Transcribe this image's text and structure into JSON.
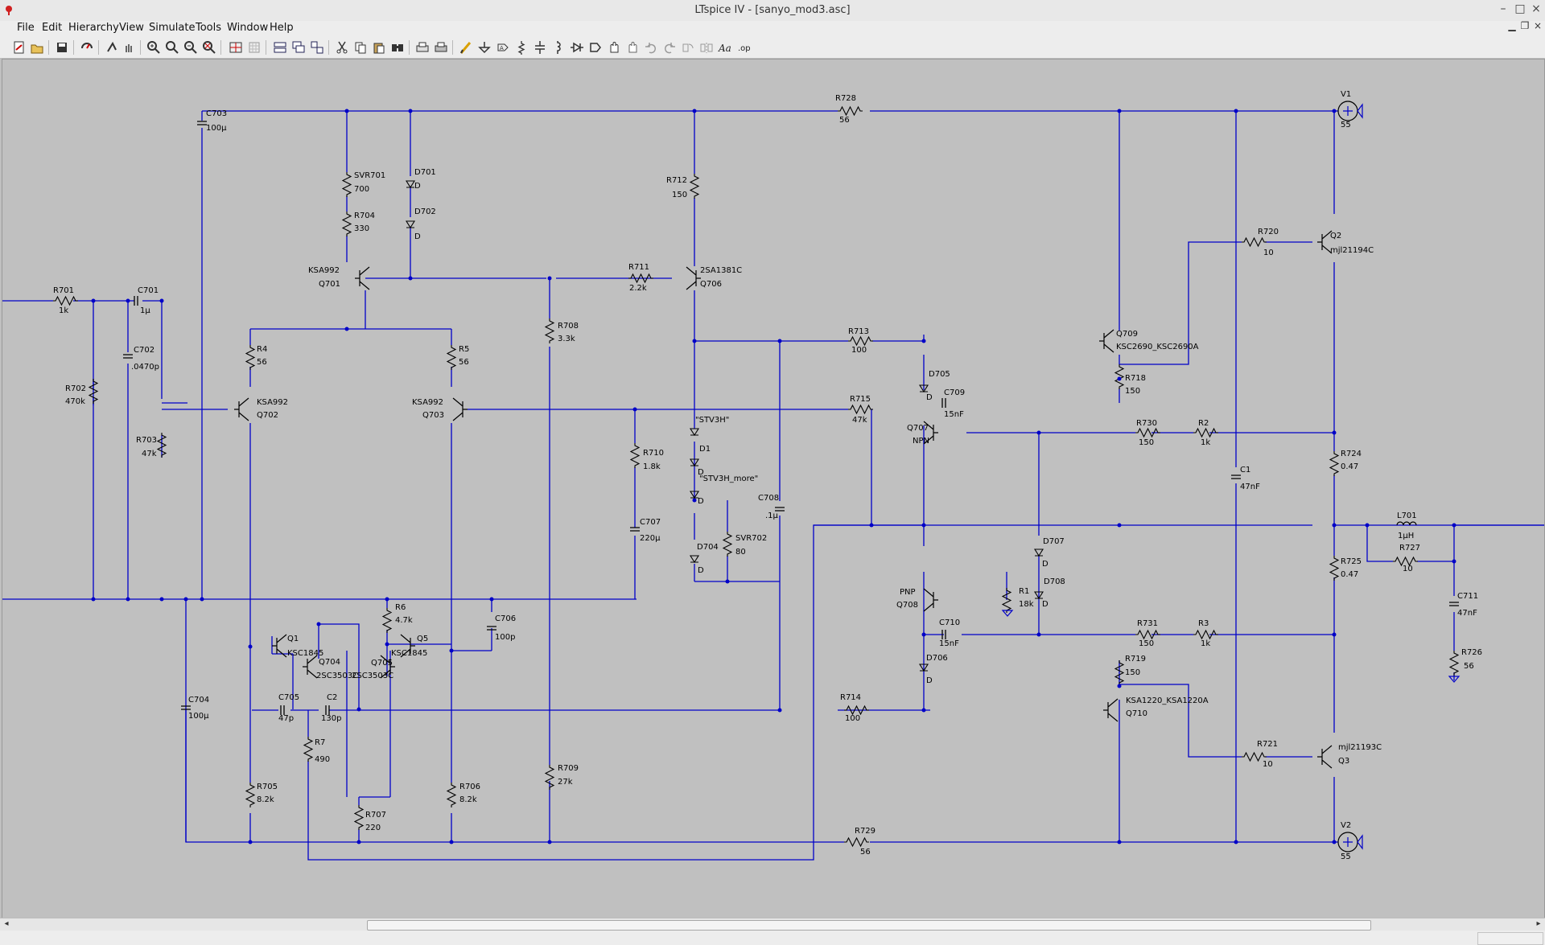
{
  "window": {
    "title": "LTspice IV - [sanyo_mod3.asc]"
  },
  "menu": [
    "File",
    "Edit",
    "Hierarchy",
    "View",
    "Simulate",
    "Tools",
    "Window",
    "Help"
  ],
  "toolbar_icons": [
    "new-schematic",
    "open",
    "save",
    "control-panel",
    "run",
    "halt",
    "zoom-in",
    "zoom-area",
    "zoom-out",
    "zoom-fit",
    "autorange",
    "tile-windows",
    "cascade",
    "arrange",
    "cut",
    "copy",
    "paste",
    "find",
    "print-preview",
    "print",
    "draw-wire",
    "ground",
    "label-net",
    "resistor",
    "capacitor",
    "inductor",
    "diode",
    "component",
    "move",
    "drag",
    "undo",
    "redo",
    "rotate",
    "mirror",
    "text",
    "spice-directive"
  ],
  "labels": [
    {
      "id": "C703",
      "text": "C703"
    },
    {
      "id": "C703v",
      "text": "100µ"
    },
    {
      "id": "R728",
      "text": "R728"
    },
    {
      "id": "R728v",
      "text": "56"
    },
    {
      "id": "V1",
      "text": "V1"
    },
    {
      "id": "V1v",
      "text": "55"
    },
    {
      "id": "SVR701",
      "text": "SVR701"
    },
    {
      "id": "SVR701v",
      "text": "700"
    },
    {
      "id": "D701",
      "text": "D701"
    },
    {
      "id": "D701v",
      "text": "D"
    },
    {
      "id": "R704",
      "text": "R704"
    },
    {
      "id": "R704v",
      "text": "330"
    },
    {
      "id": "D702",
      "text": "D702"
    },
    {
      "id": "D702v",
      "text": "D"
    },
    {
      "id": "R712",
      "text": "R712"
    },
    {
      "id": "R712v",
      "text": "150"
    },
    {
      "id": "R720",
      "text": "R720"
    },
    {
      "id": "R720v",
      "text": "10"
    },
    {
      "id": "Q2",
      "text": "Q2"
    },
    {
      "id": "Q2v",
      "text": "mjl21194C"
    },
    {
      "id": "Q701t",
      "text": "KSA992"
    },
    {
      "id": "Q701",
      "text": "Q701"
    },
    {
      "id": "R711",
      "text": "R711"
    },
    {
      "id": "R711v",
      "text": "2.2k"
    },
    {
      "id": "Q706t",
      "text": "2SA1381C"
    },
    {
      "id": "Q706",
      "text": "Q706"
    },
    {
      "id": "R701",
      "text": "R701"
    },
    {
      "id": "R701v",
      "text": "1k"
    },
    {
      "id": "C701",
      "text": "C701"
    },
    {
      "id": "C701v",
      "text": "1µ"
    },
    {
      "id": "R708",
      "text": "R708"
    },
    {
      "id": "R708v",
      "text": "3.3k"
    },
    {
      "id": "R713",
      "text": "R713"
    },
    {
      "id": "R713v",
      "text": "100"
    },
    {
      "id": "Q709",
      "text": "Q709"
    },
    {
      "id": "Q709t",
      "text": "KSC2690_KSC2690A"
    },
    {
      "id": "C702",
      "text": "C702"
    },
    {
      "id": "C702v",
      "text": ".0470p"
    },
    {
      "id": "R4",
      "text": "R4"
    },
    {
      "id": "R4v",
      "text": "56"
    },
    {
      "id": "R5",
      "text": "R5"
    },
    {
      "id": "R5v",
      "text": "56"
    },
    {
      "id": "R718",
      "text": "R718"
    },
    {
      "id": "R718v",
      "text": "150"
    },
    {
      "id": "R702",
      "text": "R702"
    },
    {
      "id": "R702v",
      "text": "470k"
    },
    {
      "id": "D705",
      "text": "D705"
    },
    {
      "id": "D705v",
      "text": "D"
    },
    {
      "id": "C709",
      "text": "C709"
    },
    {
      "id": "C709v",
      "text": "15nF"
    },
    {
      "id": "Q702t",
      "text": "KSA992"
    },
    {
      "id": "Q702",
      "text": "Q702"
    },
    {
      "id": "Q703t",
      "text": "KSA992"
    },
    {
      "id": "Q703",
      "text": "Q703"
    },
    {
      "id": "R715",
      "text": "R715"
    },
    {
      "id": "R715v",
      "text": "47k"
    },
    {
      "id": "R703",
      "text": "R703"
    },
    {
      "id": "R703v",
      "text": "47k"
    },
    {
      "id": "R710",
      "text": "R710"
    },
    {
      "id": "R710v",
      "text": "1.8k"
    },
    {
      "id": "STV3H",
      "text": "\"STV3H\""
    },
    {
      "id": "D1",
      "text": "D1"
    },
    {
      "id": "D1v",
      "text": "D"
    },
    {
      "id": "Q707",
      "text": "Q707"
    },
    {
      "id": "Q707t",
      "text": "NPN"
    },
    {
      "id": "R730",
      "text": "R730"
    },
    {
      "id": "R730v",
      "text": "150"
    },
    {
      "id": "R2",
      "text": "R2"
    },
    {
      "id": "R2v",
      "text": "1k"
    },
    {
      "id": "R724",
      "text": "R724"
    },
    {
      "id": "R724v",
      "text": "0.47"
    },
    {
      "id": "C1",
      "text": "C1"
    },
    {
      "id": "C1v",
      "text": "47nF"
    },
    {
      "id": "STV3Hm",
      "text": "\"STV3H_more\""
    },
    {
      "id": "D3v",
      "text": "D"
    },
    {
      "id": "C708",
      "text": "C708"
    },
    {
      "id": "C708v",
      "text": ".1µ"
    },
    {
      "id": "C707",
      "text": "C707"
    },
    {
      "id": "C707v",
      "text": "220µ"
    },
    {
      "id": "SVR702",
      "text": "SVR702"
    },
    {
      "id": "SVR702v",
      "text": "80"
    },
    {
      "id": "L701",
      "text": "L701"
    },
    {
      "id": "L701v",
      "text": "1µH"
    },
    {
      "id": "D704",
      "text": "D704"
    },
    {
      "id": "D704v",
      "text": "D"
    },
    {
      "id": "D707",
      "text": "D707"
    },
    {
      "id": "D707v",
      "text": "D"
    },
    {
      "id": "R727",
      "text": "R727"
    },
    {
      "id": "R727v",
      "text": "10"
    },
    {
      "id": "R725",
      "text": "R725"
    },
    {
      "id": "R725v",
      "text": "0.47"
    },
    {
      "id": "D708",
      "text": "D708"
    },
    {
      "id": "D708v",
      "text": "D"
    },
    {
      "id": "R1",
      "text": "R1"
    },
    {
      "id": "R1v",
      "text": "18k"
    },
    {
      "id": "Q708t",
      "text": "PNP"
    },
    {
      "id": "Q708",
      "text": "Q708"
    },
    {
      "id": "C711",
      "text": "C711"
    },
    {
      "id": "C711v",
      "text": "47nF"
    },
    {
      "id": "R6",
      "text": "R6"
    },
    {
      "id": "R6v",
      "text": "4.7k"
    },
    {
      "id": "C706",
      "text": "C706"
    },
    {
      "id": "C706v",
      "text": "100p"
    },
    {
      "id": "C710",
      "text": "C710"
    },
    {
      "id": "C710v",
      "text": "15nF"
    },
    {
      "id": "R731",
      "text": "R731"
    },
    {
      "id": "R731v",
      "text": "150"
    },
    {
      "id": "R3",
      "text": "R3"
    },
    {
      "id": "R3v",
      "text": "1k"
    },
    {
      "id": "Q1",
      "text": "Q1"
    },
    {
      "id": "Q1t",
      "text": "KSC1845"
    },
    {
      "id": "Q704",
      "text": "Q704"
    },
    {
      "id": "Q704t",
      "text": "2SC3503C"
    },
    {
      "id": "Q705",
      "text": "Q705"
    },
    {
      "id": "Q705t",
      "text": "2SC3503C"
    },
    {
      "id": "Q5",
      "text": "Q5"
    },
    {
      "id": "Q5t",
      "text": "KSC1845"
    },
    {
      "id": "D706",
      "text": "D706"
    },
    {
      "id": "D706v",
      "text": "D"
    },
    {
      "id": "R726",
      "text": "R726"
    },
    {
      "id": "R726v",
      "text": "56"
    },
    {
      "id": "R719",
      "text": "R719"
    },
    {
      "id": "R719v",
      "text": "150"
    },
    {
      "id": "C704",
      "text": "C704"
    },
    {
      "id": "C704v",
      "text": "100µ"
    },
    {
      "id": "C705",
      "text": "C705"
    },
    {
      "id": "C705v",
      "text": "47p"
    },
    {
      "id": "C2",
      "text": "C2"
    },
    {
      "id": "C2v",
      "text": "130p"
    },
    {
      "id": "R714",
      "text": "R714"
    },
    {
      "id": "R714v",
      "text": "100"
    },
    {
      "id": "Q710t",
      "text": "KSA1220_KSA1220A"
    },
    {
      "id": "Q710",
      "text": "Q710"
    },
    {
      "id": "R7",
      "text": "R7"
    },
    {
      "id": "R7v",
      "text": "490"
    },
    {
      "id": "R721",
      "text": "R721"
    },
    {
      "id": "R721v",
      "text": "10"
    },
    {
      "id": "Q3t",
      "text": "mjl21193C"
    },
    {
      "id": "Q3",
      "text": "Q3"
    },
    {
      "id": "R709",
      "text": "R709"
    },
    {
      "id": "R709v",
      "text": "27k"
    },
    {
      "id": "R705",
      "text": "R705"
    },
    {
      "id": "R705v",
      "text": "8.2k"
    },
    {
      "id": "R706",
      "text": "R706"
    },
    {
      "id": "R706v",
      "text": "8.2k"
    },
    {
      "id": "R707",
      "text": "R707"
    },
    {
      "id": "R707v",
      "text": "220"
    },
    {
      "id": "R729",
      "text": "R729"
    },
    {
      "id": "R729v",
      "text": "56"
    },
    {
      "id": "V2",
      "text": "V2"
    },
    {
      "id": "V2v",
      "text": "55"
    }
  ],
  "colors": {
    "wire": "#0000c8",
    "canvas": "#c0c0c0",
    "component": "#000000"
  }
}
